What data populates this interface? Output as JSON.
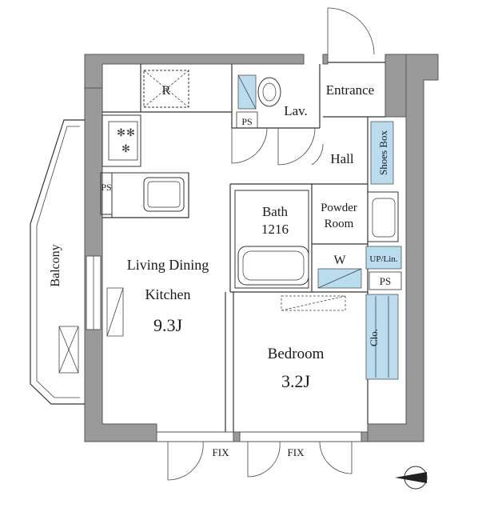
{
  "rooms": {
    "refrigerator": "R",
    "lavatory": "Lav.",
    "entrance": "Entrance",
    "pipe_space_top": "PS",
    "pipe_space_left": "PS",
    "pipe_space_right": "PS",
    "hall": "Hall",
    "shoes_box": "Shoes Box",
    "bath_name": "Bath",
    "bath_size": "1216",
    "powder_room_line1": "Powder",
    "powder_room_line2": "Room",
    "washer": "W",
    "up_lin": "UP/Lin.",
    "balcony": "Balcony",
    "ldk_line1": "Living Dining",
    "ldk_line2": "Kitchen",
    "ldk_size": "9.3J",
    "bedroom_name": "Bedroom",
    "bedroom_size": "3.2J",
    "closet": "Clo.",
    "fix_left": "FIX",
    "fix_right": "FIX"
  },
  "colors": {
    "wall": "#9a9a9a",
    "storage_fill": "#b9dcef",
    "background": "#ffffff"
  },
  "icons": [
    "compass-icon",
    "stove-burner-icon",
    "sink-icon",
    "bathtub-icon",
    "toilet-icon"
  ]
}
